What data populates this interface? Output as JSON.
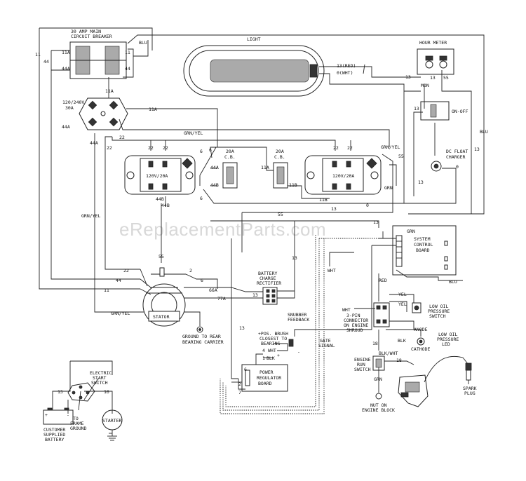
{
  "watermark": "eReplacementParts.com",
  "components": {
    "circuit_breaker_30a": [
      "30 AMP MAIN",
      "CIRCUIT BREAKER"
    ],
    "light": "LIGHT",
    "hour_meter": "HOUR METER",
    "on_off": "ON-OFF",
    "dc_float_charger": [
      "DC FLOAT",
      "CHARGER"
    ],
    "receptacle_twist": [
      "120/240V",
      "30A"
    ],
    "cb_20a_left": [
      "20A",
      "C.B."
    ],
    "cb_20a_right": [
      "20A",
      "C.B."
    ],
    "receptacle_left": "120V/20A",
    "receptacle_right": "120V/20A",
    "system_control_board": [
      "SYSTEM",
      "CONTROL",
      "BOARD"
    ],
    "battery_charge_rectifier": [
      "BATTERY",
      "CHARGE",
      "RECTIFIER"
    ],
    "stator": "STATOR",
    "ground_to_rear": [
      "GROUND TO REAR",
      "BEARING CARRIER"
    ],
    "snubber_feedback": [
      "SNUBBER",
      "FEEDBACK"
    ],
    "pos_brush": [
      "+POS. BRUSH",
      "CLOSEST TO",
      "BEARING"
    ],
    "gate_signal": [
      "GATE",
      "SIGNAL"
    ],
    "power_regulator_board": [
      "POWER",
      "REGULATOR",
      "BOARD"
    ],
    "three_pin_connector": [
      "3-PIN",
      "CONNECTOR",
      "ON ENGINE",
      "SHROUD"
    ],
    "low_oil_pressure_switch": [
      "LOW OIL",
      "PRESSURE",
      "SWITCH"
    ],
    "low_oil_pressure_led": [
      "LOW OIL",
      "PRESSURE",
      "LED"
    ],
    "anode": "ANODE",
    "cathode": "CATHODE",
    "engine_run_switch": [
      "ENGINE",
      "RUN",
      "SWITCH"
    ],
    "nut_on_engine_block": [
      "NUT ON",
      "ENGINE BLOCK"
    ],
    "spark_plug": [
      "SPARK",
      "PLUG"
    ],
    "electric_start_switch": [
      "ELECTRIC",
      "START",
      "SWITCH"
    ],
    "customer_battery": [
      "CUSTOMER",
      "SUPPLIED",
      "BATTERY"
    ],
    "to_frame_ground": [
      "TO",
      "FRAME",
      "GROUND"
    ],
    "starter": "STARTER"
  },
  "wire_labels": {
    "blu": "BLU",
    "w11": "11",
    "w11a": "11A",
    "w44": "44",
    "w44a": "44A",
    "w13": "13",
    "w13red": "13(RED)",
    "w0wht": "0(WHT)",
    "w55": "55",
    "w22": "22",
    "w2": "2",
    "w6": "6",
    "w44b": "44B",
    "w11b": "11B",
    "w0": "0",
    "w66a": "66A",
    "w77a": "77A",
    "w16": "16",
    "w18": "18",
    "grnyel": "GRN/YEL",
    "grn": "GRN",
    "wht": "WHT",
    "red": "RED",
    "yel": "YEL",
    "blk": "BLK",
    "blkwht": "BLK/WHT",
    "mon": "MON",
    "plus": "+",
    "minus": "-",
    "w4": "4",
    "w7": "7",
    "w1": "1"
  }
}
